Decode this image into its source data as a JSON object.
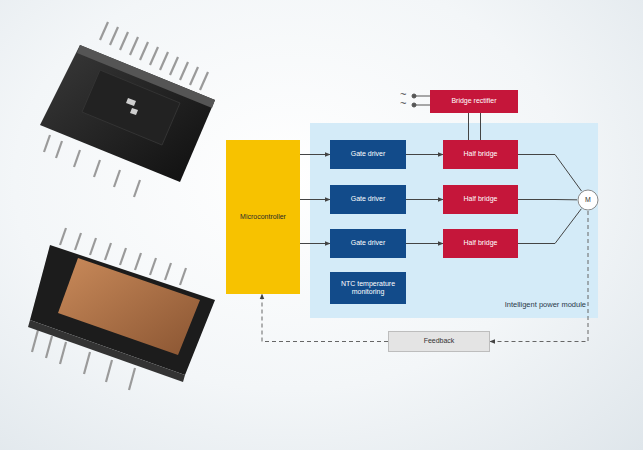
{
  "diagram": {
    "nodes": [
      {
        "text": [
          "Microcontroller"
        ]
      },
      {
        "text": [
          "Intelligent power module"
        ]
      },
      {
        "text": [
          "Gate driver"
        ],
        "in": 1
      },
      {
        "text": [
          "Gate driver"
        ],
        "in": 1
      },
      {
        "text": [
          "Gate driver"
        ],
        "in": 1
      },
      {
        "text": [
          "NTC temperature monitoring"
        ],
        "in": 1
      },
      {
        "text": [
          "Half bridge"
        ],
        "in": 1
      },
      {
        "text": [
          "Half bridge"
        ],
        "in": 1
      },
      {
        "text": [
          "Half bridge"
        ],
        "in": 1
      },
      {
        "text": [
          "Bridge rectifier"
        ]
      },
      {
        "text": [
          "M"
        ]
      },
      {
        "text": [
          "Feedback"
        ]
      }
    ],
    "edges": [
      {
        "from": 0,
        "to": 2,
        "arrow": "to"
      },
      {
        "from": 0,
        "to": 3,
        "arrow": "to"
      },
      {
        "from": 0,
        "to": 4,
        "arrow": "to"
      },
      {
        "from": 2,
        "to": 6,
        "arrow": "to"
      },
      {
        "from": 3,
        "to": 7,
        "arrow": "to"
      },
      {
        "from": 4,
        "to": 8,
        "arrow": "to"
      },
      {
        "from": 9,
        "to": 6,
        "arrow": "none"
      },
      {
        "from": 9,
        "to": 6,
        "arrow": "none"
      },
      {
        "from": 6,
        "to": 10,
        "arrow": "none"
      },
      {
        "from": 7,
        "to": 10,
        "arrow": "none"
      },
      {
        "from": 8,
        "to": 10,
        "arrow": "none"
      },
      {
        "from": 10,
        "to": 11,
        "arrow": "to"
      },
      {
        "from": 11,
        "to": 0,
        "arrow": "to"
      }
    ],
    "labels": [
      "~",
      "~"
    ]
  }
}
